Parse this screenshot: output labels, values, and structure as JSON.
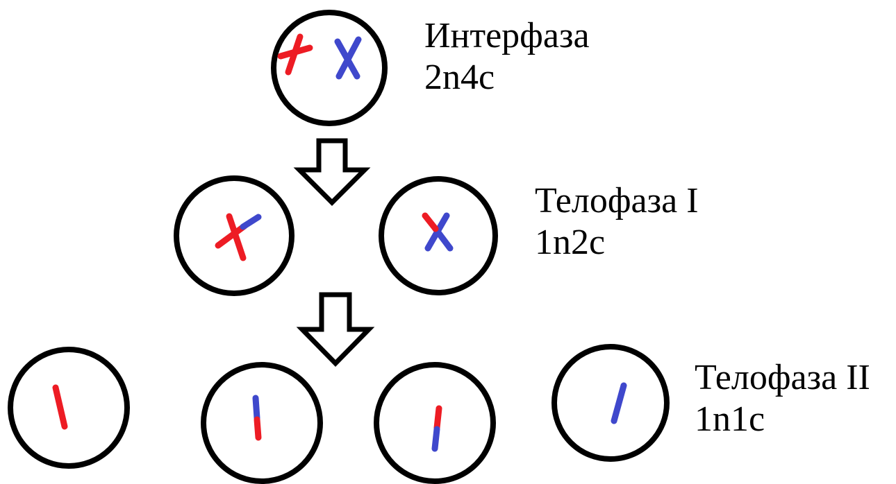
{
  "colors": {
    "background": "#ffffff",
    "outline": "#000000",
    "maternal": "#ed1c24",
    "paternal": "#3f48cc"
  },
  "stages": [
    {
      "name": "Интерфаза",
      "formula": "2n4c"
    },
    {
      "name": "Телофаза I",
      "formula": "1n2c"
    },
    {
      "name": "Телофаза II",
      "formula": "1n1c"
    }
  ]
}
